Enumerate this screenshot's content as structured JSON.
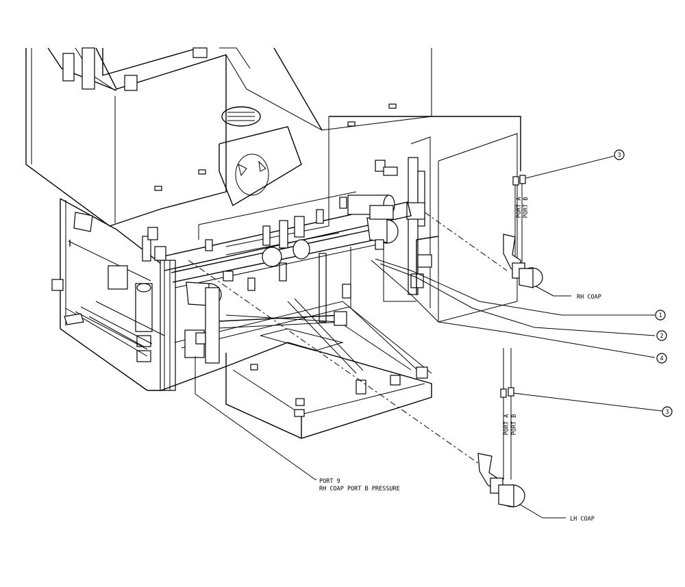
{
  "diagram": {
    "callouts": [
      {
        "id": "callout-3-top",
        "number": "3"
      },
      {
        "id": "callout-1",
        "number": "1"
      },
      {
        "id": "callout-2",
        "number": "2"
      },
      {
        "id": "callout-4",
        "number": "4"
      },
      {
        "id": "callout-3-bottom",
        "number": "3"
      }
    ],
    "labels": {
      "rh_coap": "RH COAP",
      "lh_coap": "LH COAP",
      "port9_line1": "PORT 9",
      "port9_line2": "RH COAP PORT B PRESSURE",
      "rh_port_a": "PORT A",
      "rh_port_b": "PORT B",
      "lh_port_a": "PORT A",
      "lh_port_b": "PORT B"
    }
  }
}
